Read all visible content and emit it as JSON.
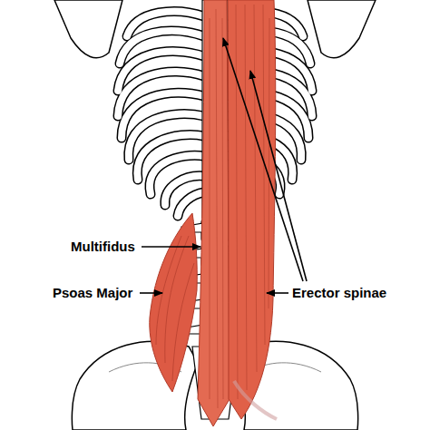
{
  "diagram": {
    "labels": [
      "Multifidus",
      "Psoas Major",
      "Erector spinae"
    ]
  }
}
